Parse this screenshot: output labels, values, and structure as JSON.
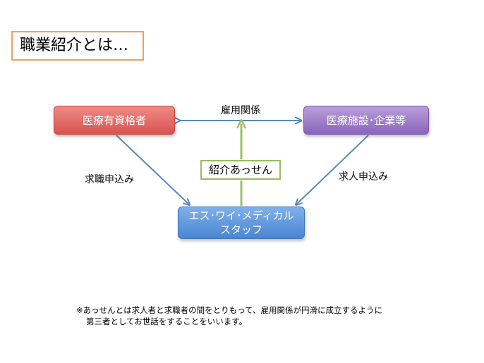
{
  "title": "職業紹介とは…",
  "nodes": {
    "qualified": "医療有資格者",
    "facility": "医療施設･企業等",
    "agency_line1": "エス･ワイ･メディカル",
    "agency_line2": "スタッフ"
  },
  "center_box": "紹介あっせん",
  "labels": {
    "employment": "雇用関係",
    "job_seeking": "求職申込み",
    "job_offer": "求人申込み"
  },
  "note": {
    "line1": "※あっせんとは求人者と求職者の間をとりもって、雇用関係が円滑に成立するように",
    "line2": "第三者としてお世話をすることをいいます。"
  },
  "colors": {
    "title_border": "#f0a060",
    "qualified": "#d8544f",
    "facility": "#8a64bc",
    "agency": "#4a86d0",
    "center_border": "#98bb61",
    "arrow_blue": "#5b86bd",
    "arrow_green": "#9dbf6b"
  }
}
